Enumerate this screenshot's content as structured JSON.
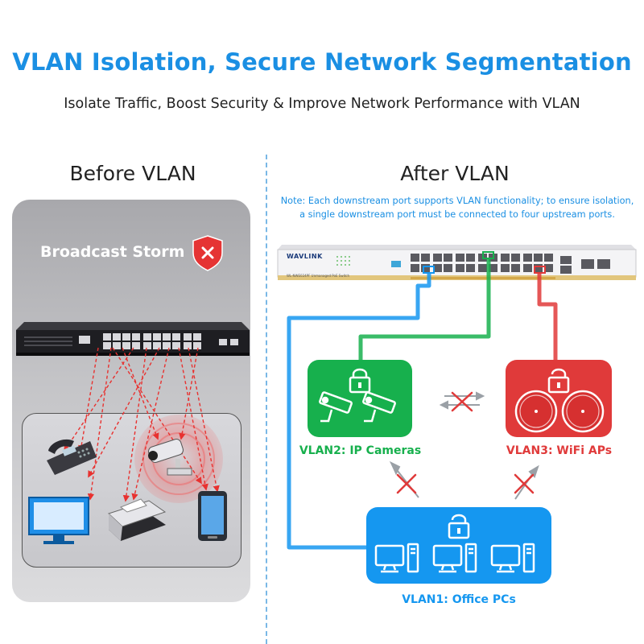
{
  "header": {
    "title": "VLAN Isolation, Secure Network Segmentation",
    "subtitle": "Isolate Traffic, Boost Security & Improve Network Performance with VLAN"
  },
  "before": {
    "heading": "Before VLAN",
    "storm_label": "Broadcast Storm"
  },
  "after": {
    "heading": "After VLAN",
    "note_line1": "Note: Each downstream port supports VLAN functionality; to ensure isolation,",
    "note_line2": "a single downstream port must be connected to four upstream ports.",
    "switch_brand": "WAVLINK",
    "switch_model": "WL-NWE024PF  Unmanaged PoE Switch",
    "vlans": [
      {
        "label": "VLAN2: IP Cameras",
        "color": "#17b04d",
        "device_icon": "cctv-camera-icon"
      },
      {
        "label": "VLAN3: WiFi APs",
        "color": "#e03a3a",
        "device_icon": "ceiling-ap-icon"
      },
      {
        "label": "VLAN1: Office PCs",
        "color": "#1597f0",
        "device_icon": "desktop-pc-icon"
      }
    ]
  },
  "colors": {
    "accent": "#1a8fe3",
    "link_red": "#e03a3a",
    "link_green": "#17b04d",
    "link_blue": "#1597f0"
  }
}
